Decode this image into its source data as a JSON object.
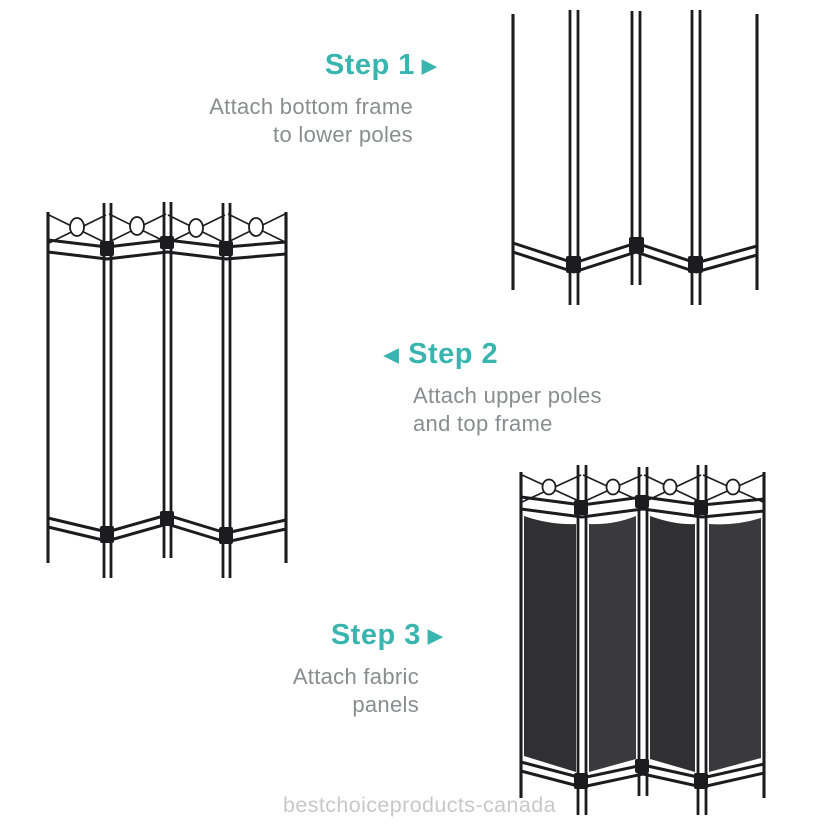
{
  "colors": {
    "background": "#ffffff",
    "accent_teal": "#38b5ae",
    "text_gray": "#8a8c8e",
    "watermark_gray": "#c8c8c8",
    "frame_black": "#1c1c1e",
    "fabric_dark": "#303033",
    "fabric_dark_alt": "#3a3a3d"
  },
  "icons": {
    "arrow_right": "▶",
    "arrow_left": "◀"
  },
  "steps": [
    {
      "label": "Step 1",
      "description_line1": "Attach bottom frame",
      "description_line2": "to lower poles",
      "arrow_direction": "right"
    },
    {
      "label": "Step 2",
      "description_line1": "Attach upper poles",
      "description_line2": "and top frame",
      "arrow_direction": "left"
    },
    {
      "label": "Step 3",
      "description_line1": "Attach fabric",
      "description_line2": "panels",
      "arrow_direction": "right"
    }
  ],
  "illustrations": {
    "step1_alt": "bottom-frame-attached-to-lower-poles",
    "step2_alt": "fully-assembled-four-panel-frame",
    "step3_alt": "four-panel-divider-with-black-fabric-panels"
  },
  "watermark": {
    "text": "bestchoiceproducts-canada"
  }
}
